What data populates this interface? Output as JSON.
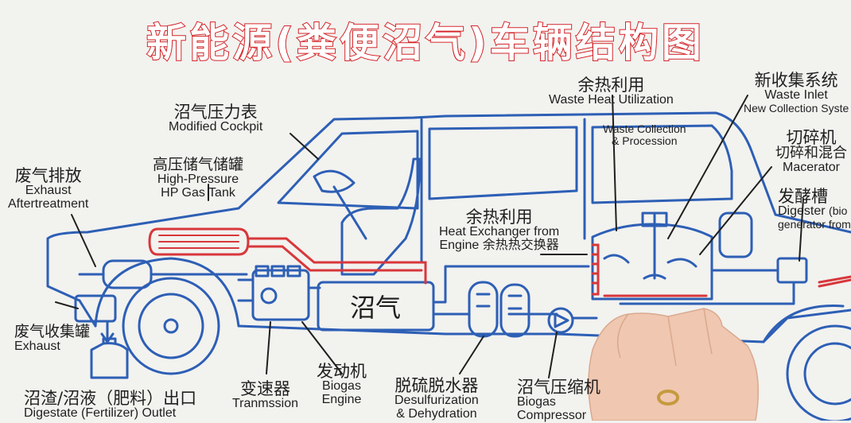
{
  "title": "新能源(粪便沼气)车辆结构图",
  "labels": {
    "waste_heat_util_top": {
      "zh": "余热利用",
      "en": "Waste Heat Utilization"
    },
    "new_collection": {
      "zh": "新收集系统",
      "en1": "Waste Inlet",
      "en2": "New Collection Syste"
    },
    "biogas_gauge": {
      "zh": "沼气压力表",
      "en": "Modified Cockpit"
    },
    "waste_collection": {
      "en1": "Waste Collection",
      "en2": "& Procession"
    },
    "macerator": {
      "zh1": "切碎机",
      "zh2": "切碎和混合",
      "en": "Macerator"
    },
    "hp_tank": {
      "zh": "高压储气储罐",
      "en1": "High-Pressure",
      "en2": "HP Gas Tank"
    },
    "exhaust_discharge": {
      "zh": "废气排放",
      "en1": "Exhaust",
      "en2": "Aftertreatment"
    },
    "digester": {
      "zh": "发酵槽",
      "en1": "Digester",
      "en1_suffix": "(bio",
      "en2": "generator from r"
    },
    "heat_exchanger": {
      "zh": "余热利用",
      "en1": "Heat Exchanger from",
      "en2": "Engine 余热热交换器"
    },
    "biogas_box": "沼气",
    "exhaust_tank": {
      "zh": "废气收集罐",
      "en": "Exhaust"
    },
    "gearbox": {
      "zh": "变速器",
      "en": "Tranmssion"
    },
    "engine": {
      "zh": "发动机",
      "en1": "Biogas",
      "en2": "Engine"
    },
    "desulf": {
      "zh": "脱硫脱水器",
      "en1": "Desulfurization",
      "en2": "& Dehydration"
    },
    "compressor": {
      "zh": "沼气压缩机",
      "en1": "Biogas",
      "en2": "Compressor"
    },
    "residue_outlet": {
      "zh": "沼渣/沼液（肥料）出口",
      "en": "Digestate (Fertilizer) Outlet"
    }
  },
  "colors": {
    "outline": "#2d5fb5",
    "heat": "#d8373b",
    "title_stroke": "#d4262a",
    "text": "#1f1f1f",
    "background": "#f2f2ef",
    "skin": "#f0c7b0"
  }
}
